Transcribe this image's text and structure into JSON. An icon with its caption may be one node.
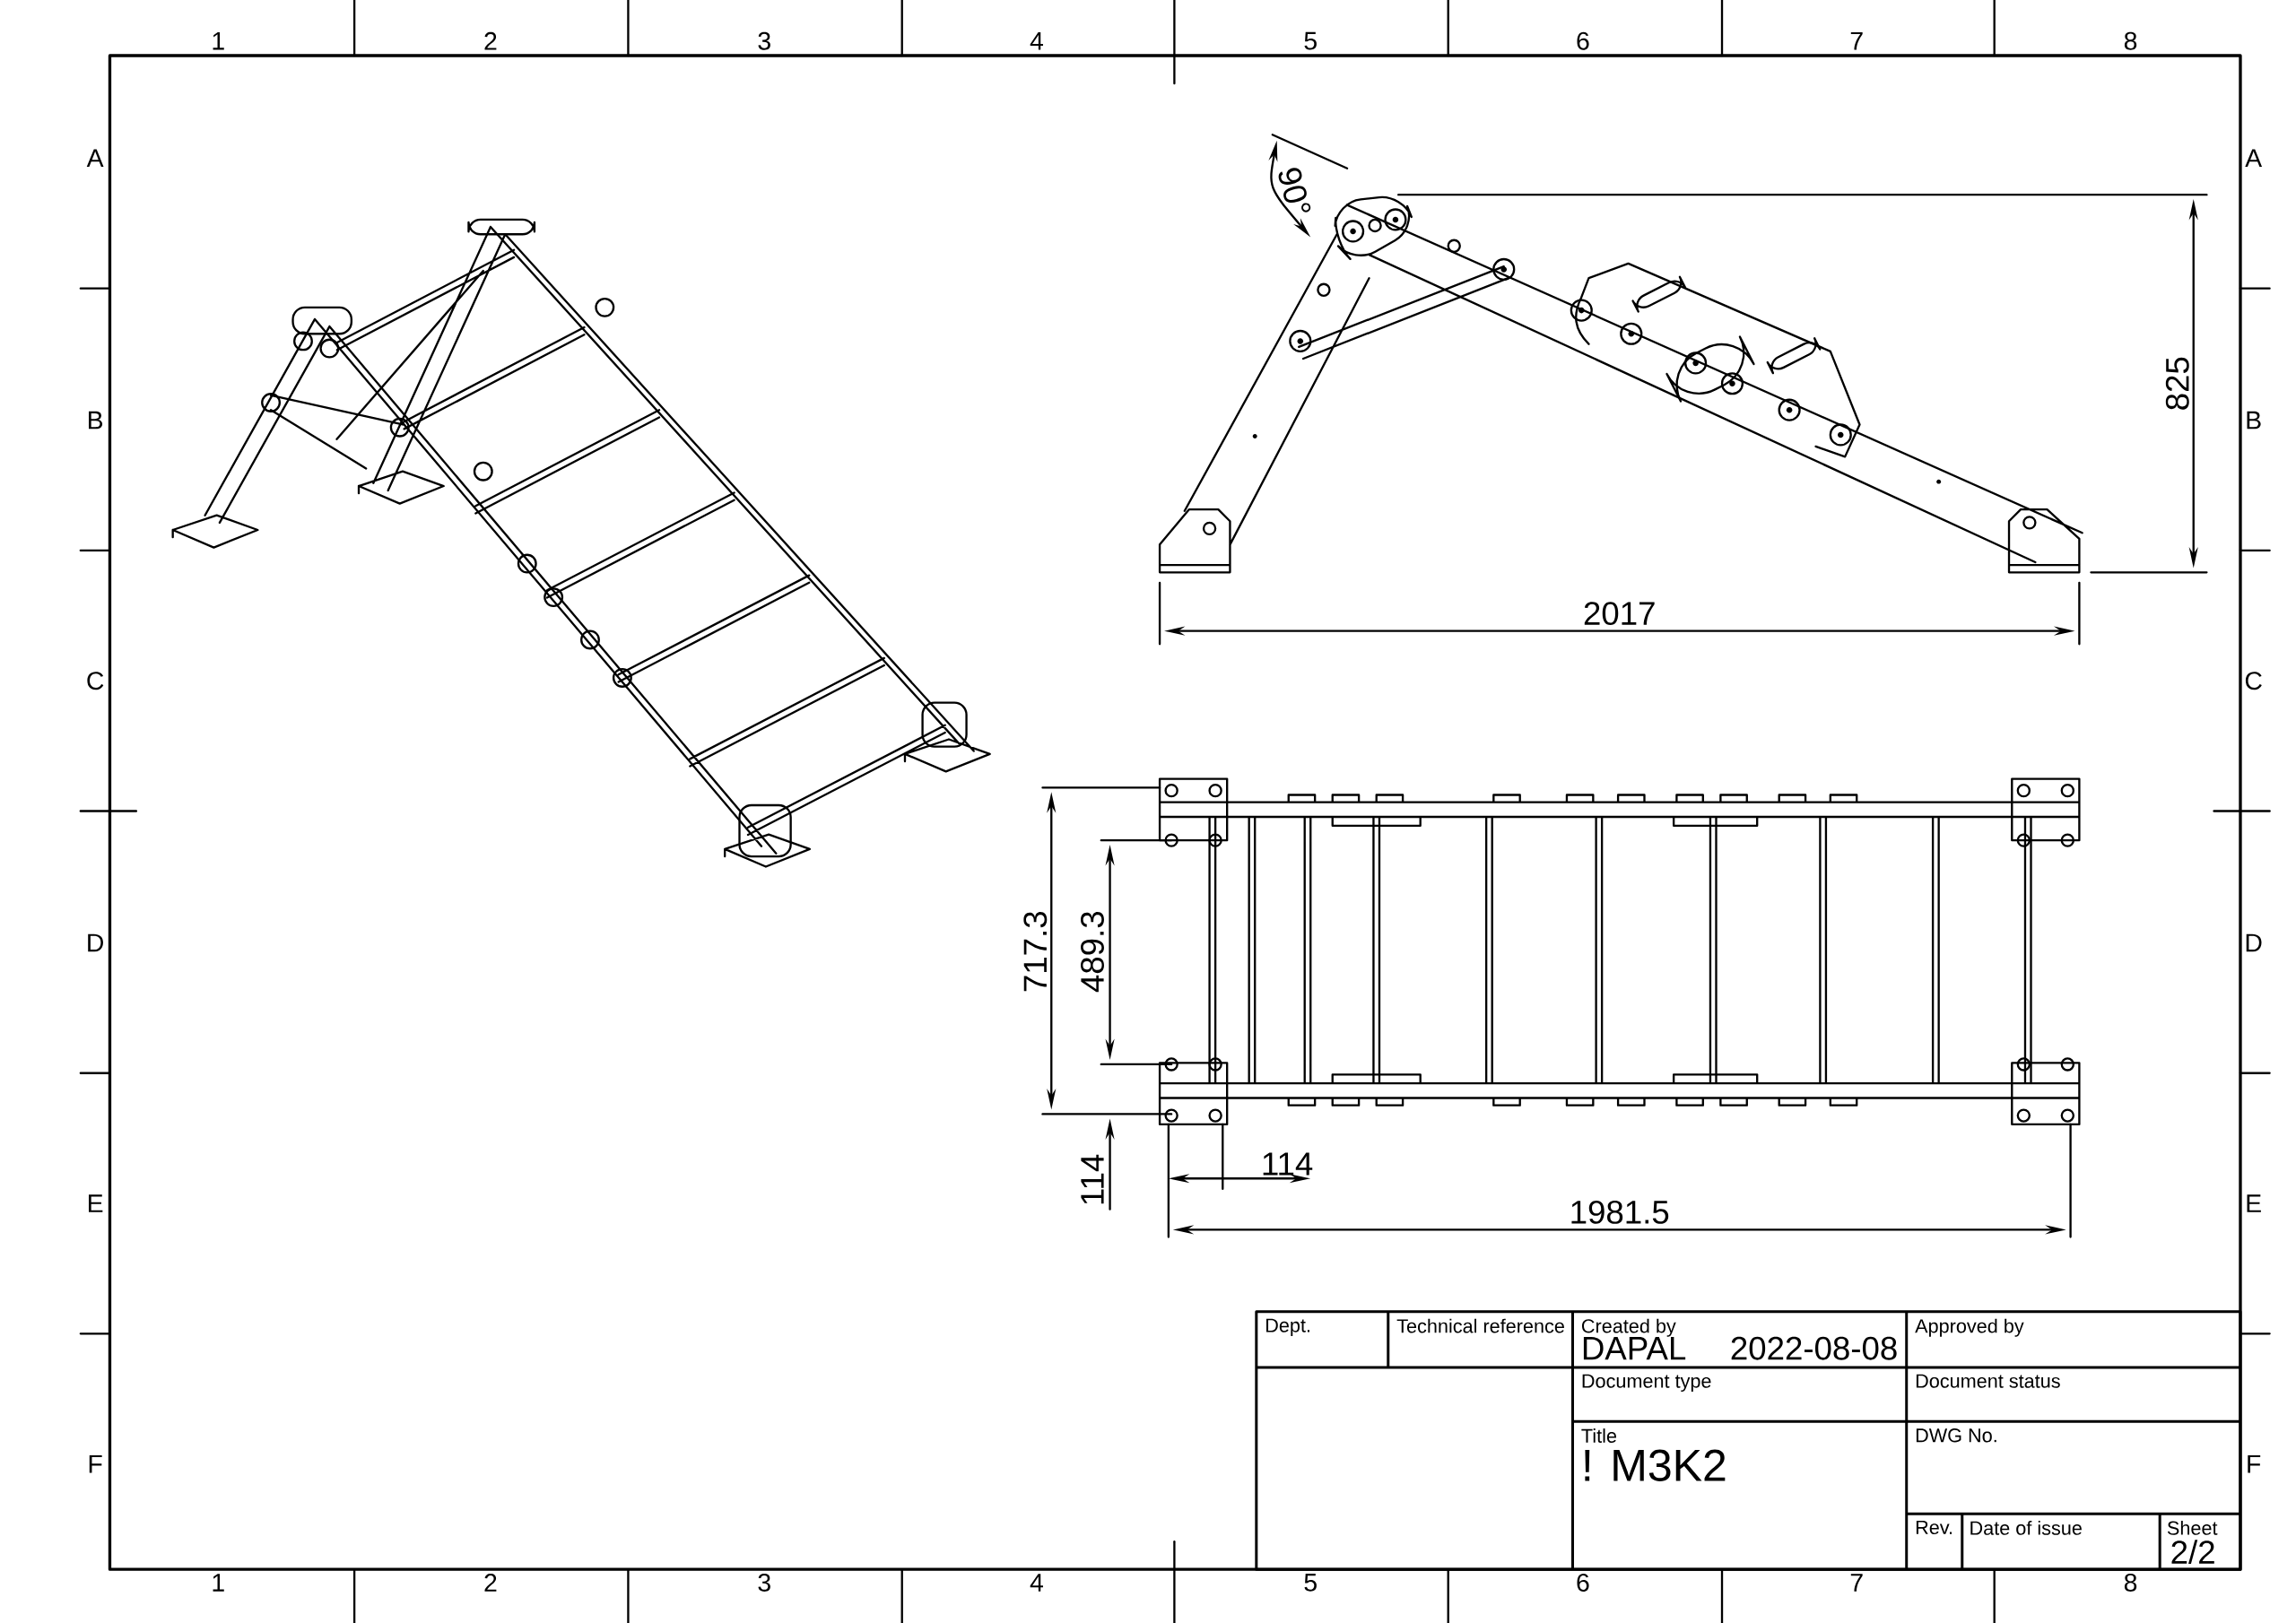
{
  "diagram": {
    "labels": [
      "1",
      "2",
      "3",
      "4",
      "5",
      "6",
      "7",
      "8",
      "A",
      "B",
      "C",
      "D",
      "E",
      "F",
      "A",
      "B",
      "C",
      "D",
      "E",
      "F",
      "1",
      "2",
      "3",
      "4",
      "5",
      "6",
      "7",
      "8",
      "90°",
      "825",
      "2017",
      "717.3",
      "489.3",
      "114",
      "114",
      "1981.5",
      "Dept.",
      "Technical reference",
      "Created by",
      "DAPAL",
      "2022-08-08",
      "Approved by",
      "Document type",
      "Document status",
      "Title",
      "! M3K2",
      "DWG No.",
      "Rev.",
      "Date of issue",
      "Sheet",
      "2/2"
    ]
  }
}
